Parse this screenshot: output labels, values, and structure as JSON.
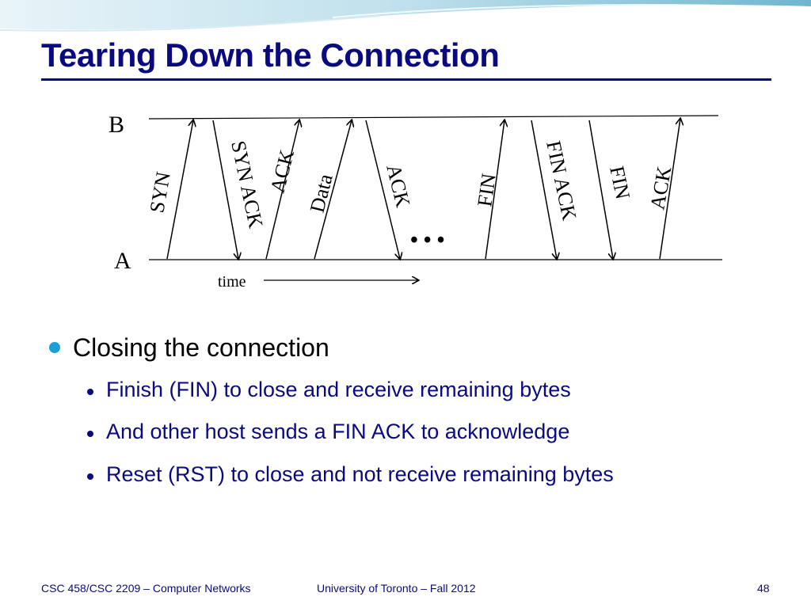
{
  "title": "Tearing Down the Connection",
  "diagram": {
    "host_b": "B",
    "host_a": "A",
    "time_label": "time",
    "ellipsis": "• • •",
    "messages": [
      {
        "label": "SYN",
        "direction": "A-to-B"
      },
      {
        "label": "SYN ACK",
        "direction": "B-to-A"
      },
      {
        "label": "ACK",
        "direction": "A-to-B"
      },
      {
        "label": "Data",
        "direction": "A-to-B"
      },
      {
        "label": "ACK",
        "direction": "B-to-A"
      },
      {
        "label": "FIN",
        "direction": "A-to-B"
      },
      {
        "label": "FIN ACK",
        "direction": "B-to-A"
      },
      {
        "label": "FIN",
        "direction": "B-to-A"
      },
      {
        "label": "ACK",
        "direction": "A-to-B"
      }
    ]
  },
  "bullets": {
    "main": "Closing the connection",
    "sub": [
      "Finish (FIN) to close and receive remaining bytes",
      "And other host sends a FIN ACK to acknowledge",
      "Reset (RST) to close and not receive remaining bytes"
    ]
  },
  "footer": {
    "course": "CSC 458/CSC 2209 – Computer Networks",
    "university": "University of Toronto – Fall 2012",
    "page": "48"
  },
  "colors": {
    "title": "#0a0a80",
    "accent_bullet": "#1aa0d8",
    "wave": "#7fc3dc"
  }
}
